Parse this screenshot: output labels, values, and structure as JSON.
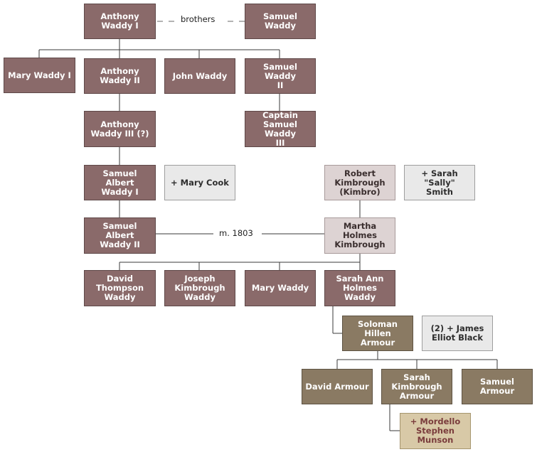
{
  "people": {
    "anthony_waddy_1": "Anthony\nWaddy I",
    "samuel_waddy": "Samuel Waddy",
    "mary_waddy_1": "Mary  Waddy I",
    "anthony_waddy_2": "Anthony\nWaddy II",
    "john_waddy": "John Waddy",
    "samuel_waddy_2": "Samuel Waddy\nII",
    "anthony_waddy_3": "Anthony\nWaddy III (?)",
    "captain_samuel_waddy_3": "Captain\nSamuel Waddy\nIII",
    "samuel_albert_waddy_1": "Samuel Albert\nWaddy I",
    "mary_cook": "+ Mary Cook",
    "robert_kimbrough": "Robert\nKimbrough\n(Kimbro)",
    "sarah_sally_smith": "+ Sarah \"Sally\"\nSmith",
    "samuel_albert_waddy_2": "Samuel Albert\nWaddy II",
    "martha_holmes_kimbrough": "Martha Holmes\nKimbrough",
    "david_thompson_waddy": "David\nThompson\nWaddy",
    "joseph_kimbrough_waddy": "Joseph\nKimbrough\nWaddy",
    "mary_waddy": "Mary Waddy",
    "sarah_ann_holmes_waddy": "Sarah Ann\nHolmes Waddy",
    "soloman_hillen_armour": "Soloman Hillen\nArmour",
    "james_elliot_black": "(2) + James\nElliot Black",
    "david_armour": "David Armour",
    "sarah_kimbrough_armour": "Sarah\nKimbrough\nArmour",
    "samuel_armour": "Samuel Armour",
    "mordello_stephen_munson": "+ Mordello\nStephen\nMunson"
  },
  "labels": {
    "brothers": "brothers",
    "marriage_1803": "m. 1803"
  },
  "colors": {
    "rose": "#8a6a6a",
    "rose_light": "#ddd3d3",
    "grey": "#e9e9e9",
    "olive": "#8a7a63",
    "tan": "#d8c9a7",
    "line": "#3a3a3a",
    "dashed_line": "#9a9a9a"
  }
}
